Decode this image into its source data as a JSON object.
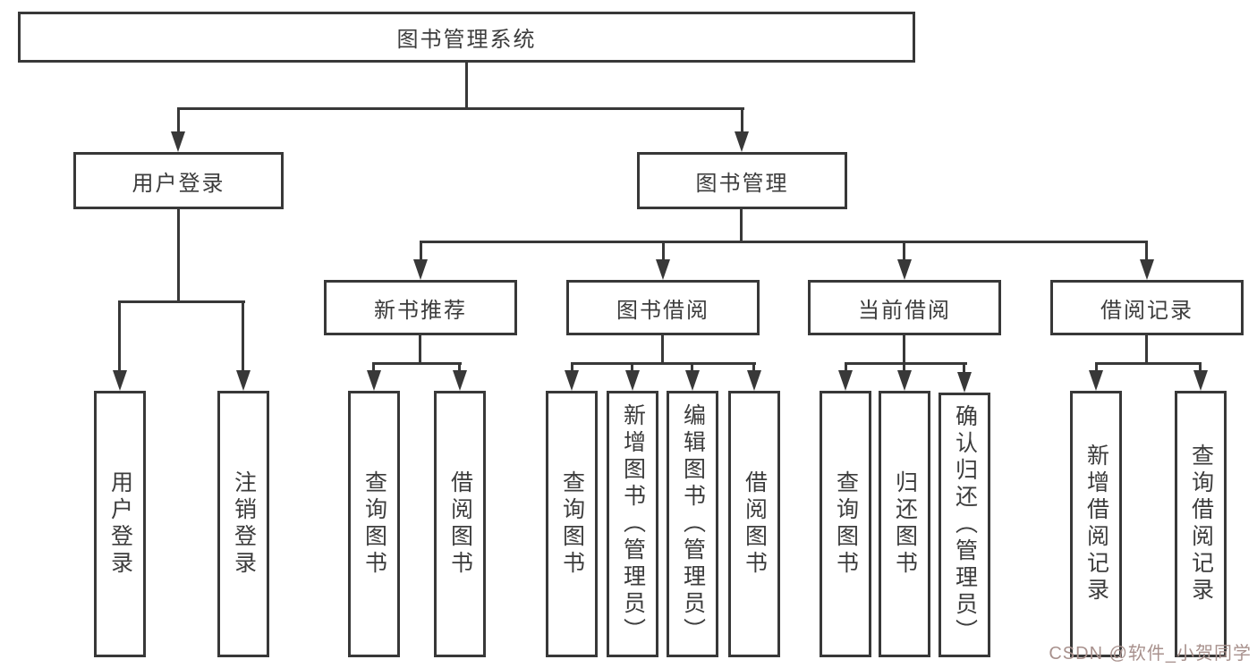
{
  "diagram": {
    "root": {
      "label": "图书管理系统"
    },
    "level2": {
      "user_login": {
        "label": "用户登录"
      },
      "book_mgmt": {
        "label": "图书管理"
      }
    },
    "level3": {
      "new_book": {
        "label": "新书推荐"
      },
      "borrow": {
        "label": "图书借阅"
      },
      "current": {
        "label": "当前借阅"
      },
      "records": {
        "label": "借阅记录"
      }
    },
    "leaves": {
      "user_login": {
        "label": "用户登录"
      },
      "logout": {
        "label": "注销登录"
      },
      "newbook_query": {
        "label": "查询图书"
      },
      "newbook_borrow": {
        "label": "借阅图书"
      },
      "borrow_query": {
        "label": "查询图书"
      },
      "borrow_add": {
        "label": "新增图书（管理员）"
      },
      "borrow_edit": {
        "label": "编辑图书（管理员）"
      },
      "borrow_borrow": {
        "label": "借阅图书"
      },
      "current_query": {
        "label": "查询图书"
      },
      "current_return": {
        "label": "归还图书"
      },
      "current_confirm": {
        "label": "确认归还（管理员）"
      },
      "records_add": {
        "label": "新增借阅记录"
      },
      "records_query": {
        "label": "查询借阅记录"
      }
    }
  },
  "watermark": {
    "text": "CSDN @软件_小贺同学"
  },
  "colors": {
    "line": "#383838",
    "text": "#3c3c3c",
    "background": "#ffffff",
    "watermark": "#a8918d"
  }
}
